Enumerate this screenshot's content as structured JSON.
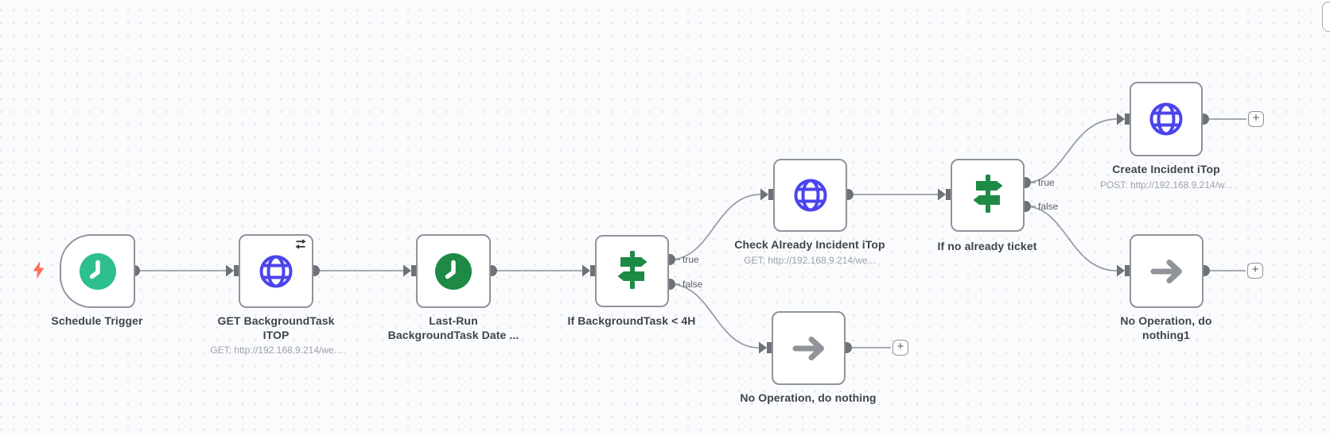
{
  "canvas": {
    "background": "#fafbfd",
    "dot_color": "#e1e4ea",
    "edge_color": "#9a9ea4",
    "node_border_color": "#8f949b"
  },
  "ui": {
    "add_button_label": "+"
  },
  "colors": {
    "trigger_clock": "#2ebf8e",
    "datetime_clock": "#1d8a45",
    "http_globe": "#4b44ee",
    "if_signpost": "#1d8a45",
    "noop_arrow": "#909499",
    "lightning": "#ff6d5a"
  },
  "nodes": [
    {
      "id": "schedule-trigger",
      "name": "Schedule Trigger",
      "icon": "clock-icon"
    },
    {
      "id": "get-backgroundtask-itop",
      "name": "GET BackgroundTask ITOP",
      "subtitle": "GET: http://192.168.9.214/we...",
      "icon": "globe-icon",
      "badge": "retry-icon"
    },
    {
      "id": "last-run-backgroundtask-date",
      "name": "Last-Run BackgroundTask Date ...",
      "icon": "clock-icon"
    },
    {
      "id": "if-backgroundtask-4h",
      "name": "If BackgroundTask < 4H",
      "icon": "signpost-icon",
      "outputs": [
        "true",
        "false"
      ]
    },
    {
      "id": "check-already-incident-itop",
      "name": "Check Already Incident iTop",
      "subtitle": "GET: http://192.168.9.214/we...",
      "icon": "globe-icon"
    },
    {
      "id": "if-no-already-ticket",
      "name": "If no already ticket",
      "icon": "signpost-icon",
      "outputs": [
        "true",
        "false"
      ]
    },
    {
      "id": "create-incident-itop",
      "name": "Create Incident iTop",
      "subtitle": "POST: http://192.168.9.214/w...",
      "icon": "globe-icon"
    },
    {
      "id": "no-operation-do-nothing",
      "name": "No Operation, do nothing",
      "icon": "arrow-icon"
    },
    {
      "id": "no-operation-do-nothing1",
      "name": "No Operation, do nothing1",
      "icon": "arrow-icon"
    }
  ]
}
